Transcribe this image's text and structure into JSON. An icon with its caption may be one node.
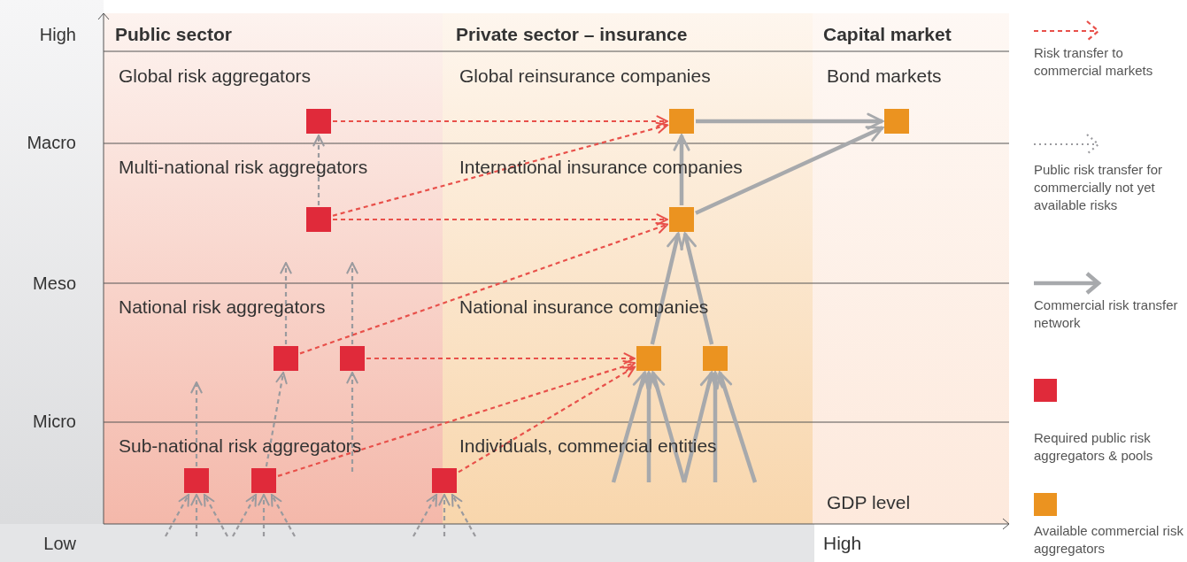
{
  "diagram": {
    "nodes": [
      {
        "text": [],
        "shape": "box"
      },
      {
        "text": [],
        "shape": "box"
      },
      {
        "text": [],
        "shape": "box"
      },
      {
        "text": [],
        "shape": "box"
      },
      {
        "text": [],
        "shape": "box"
      },
      {
        "text": [],
        "shape": "box"
      },
      {
        "text": [],
        "shape": "box"
      },
      {
        "text": [],
        "shape": "box"
      },
      {
        "text": [],
        "shape": "box"
      },
      {
        "text": [],
        "shape": "box"
      },
      {
        "text": [],
        "shape": "box"
      },
      {
        "text": [],
        "shape": "box"
      }
    ],
    "edges": [
      {
        "from": 0,
        "to": 1,
        "arrow": "to",
        "style": "dashed",
        "color": "#e8504a"
      },
      {
        "from": 1,
        "to": 2,
        "arrow": "to",
        "style": "thick",
        "color": "#a7a9ac"
      },
      {
        "from": 3,
        "to": 0,
        "arrow": "to",
        "style": "dashed",
        "color": "#9a9a9e"
      },
      {
        "from": 3,
        "to": 1,
        "arrow": "to",
        "style": "dashed",
        "color": "#e8504a"
      },
      {
        "from": 3,
        "to": 4,
        "arrow": "to",
        "style": "dashed",
        "color": "#e8504a"
      },
      {
        "from": 4,
        "to": 1,
        "arrow": "to",
        "style": "thick",
        "color": "#a7a9ac"
      },
      {
        "from": 4,
        "to": 2,
        "arrow": "to",
        "style": "thick",
        "color": "#a7a9ac"
      },
      {
        "from": 5,
        "to": null,
        "arrow": "to",
        "style": "dashed",
        "color": "#9a9a9e"
      },
      {
        "from": 6,
        "to": null,
        "arrow": "to",
        "style": "dashed",
        "color": "#9a9a9e"
      },
      {
        "from": 5,
        "to": 4,
        "arrow": "to",
        "style": "dashed",
        "color": "#e8504a"
      },
      {
        "from": 6,
        "to": 7,
        "arrow": "to",
        "style": "dashed",
        "color": "#e8504a"
      },
      {
        "from": 7,
        "to": 4,
        "arrow": "to",
        "style": "thick",
        "color": "#a7a9ac"
      },
      {
        "from": 8,
        "to": 4,
        "arrow": "to",
        "style": "thick",
        "color": "#a7a9ac"
      },
      {
        "from": 9,
        "to": null,
        "arrow": "to",
        "style": "dashed",
        "color": "#9a9a9e"
      },
      {
        "from": 10,
        "to": 5,
        "arrow": "to",
        "style": "dashed",
        "color": "#9a9a9e"
      },
      {
        "from": null,
        "to": 6,
        "arrow": "to",
        "style": "dashed",
        "color": "#9a9a9e"
      },
      {
        "from": 10,
        "to": 7,
        "arrow": "to",
        "style": "dashed",
        "color": "#e8504a"
      },
      {
        "from": 11,
        "to": 7,
        "arrow": "to",
        "style": "dashed",
        "color": "#e8504a"
      },
      {
        "from": null,
        "to": 7,
        "arrow": "to",
        "style": "thick",
        "color": "#a7a9ac"
      },
      {
        "from": null,
        "to": 7,
        "arrow": "to",
        "style": "thick",
        "color": "#a7a9ac"
      },
      {
        "from": null,
        "to": 7,
        "arrow": "to",
        "style": "thick",
        "color": "#a7a9ac"
      },
      {
        "from": null,
        "to": 8,
        "arrow": "to",
        "style": "thick",
        "color": "#a7a9ac"
      },
      {
        "from": null,
        "to": 8,
        "arrow": "to",
        "style": "thick",
        "color": "#a7a9ac"
      },
      {
        "from": null,
        "to": 8,
        "arrow": "to",
        "style": "thick",
        "color": "#a7a9ac"
      },
      {
        "from": null,
        "to": 9,
        "arrow": "to",
        "style": "dashed",
        "color": "#9a9a9e"
      },
      {
        "from": null,
        "to": 9,
        "arrow": "to",
        "style": "dashed",
        "color": "#9a9a9e"
      },
      {
        "from": null,
        "to": 9,
        "arrow": "to",
        "style": "dashed",
        "color": "#9a9a9e"
      },
      {
        "from": null,
        "to": 10,
        "arrow": "to",
        "style": "dashed",
        "color": "#9a9a9e"
      },
      {
        "from": null,
        "to": 10,
        "arrow": "to",
        "style": "dashed",
        "color": "#9a9a9e"
      },
      {
        "from": null,
        "to": 10,
        "arrow": "to",
        "style": "dashed",
        "color": "#9a9a9e"
      },
      {
        "from": null,
        "to": 11,
        "arrow": "to",
        "style": "dashed",
        "color": "#9a9a9e"
      },
      {
        "from": null,
        "to": 11,
        "arrow": "to",
        "style": "dashed",
        "color": "#9a9a9e"
      },
      {
        "from": null,
        "to": 11,
        "arrow": "to",
        "style": "dashed",
        "color": "#9a9a9e"
      }
    ],
    "labels": [
      "High",
      "Public sector",
      "Private sector – insurance",
      "Capital market",
      "Global risk aggregators",
      "Global reinsurance companies",
      "Bond markets",
      "Macro",
      "Multi-national risk aggregators",
      "International insurance companies",
      "Meso",
      "National risk aggregators",
      "National insurance companies",
      "Micro",
      "Sub-national risk aggregators",
      "Individuals, commercial entities",
      "GDP level",
      "Low",
      "High"
    ],
    "legend": [
      {
        "text": "Risk transfer to commercial markets"
      },
      {
        "text": "Public risk transfer for commercially not yet available risks"
      },
      {
        "text": "Commercial risk transfer network"
      },
      {
        "text": "Required public risk aggregators & pools",
        "color": "#e02a3a"
      },
      {
        "text": "Available commercial risk aggregators",
        "color": "#eb9320"
      }
    ]
  }
}
